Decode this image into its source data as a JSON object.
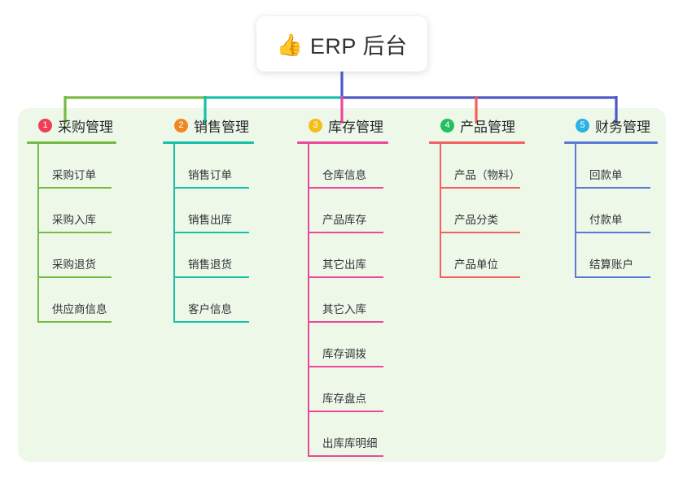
{
  "diagram": {
    "type": "org-tree",
    "root": {
      "icon": "thumbs-up-icon",
      "emoji": "👍",
      "title": "ERP 后台"
    },
    "panel_color": "#eef8e9",
    "trunk_color": "#4c58c8",
    "columns": [
      {
        "index": "1",
        "badge_color": "#ef3f57",
        "line_color": "#76b943",
        "connector_color": "#76b943",
        "label": "采购管理",
        "items": [
          "采购订单",
          "采购入库",
          "采购退货",
          "供应商信息"
        ]
      },
      {
        "index": "2",
        "badge_color": "#f08722",
        "line_color": "#16c0a7",
        "connector_color": "#16c0a7",
        "label": "销售管理",
        "items": [
          "销售订单",
          "销售出库",
          "销售退货",
          "客户信息"
        ]
      },
      {
        "index": "3",
        "badge_color": "#f5bc1a",
        "line_color": "#ec4899",
        "connector_color": "#ec4899",
        "label": "库存管理",
        "items": [
          "仓库信息",
          "产品库存",
          "其它出库",
          "其它入库",
          "库存调拨",
          "库存盘点",
          "出库库明细"
        ]
      },
      {
        "index": "4",
        "badge_color": "#22c15e",
        "line_color": "#f2605f",
        "connector_color": "#f2605f",
        "label": "产品管理",
        "items": [
          "产品（物料）",
          "产品分类",
          "产品单位"
        ]
      },
      {
        "index": "5",
        "badge_color": "#29b2e4",
        "line_color": "#5a79d6",
        "connector_color": "#4c58c8",
        "label": "财务管理",
        "items": [
          "回款单",
          "付款单",
          "结算账户"
        ]
      }
    ]
  }
}
